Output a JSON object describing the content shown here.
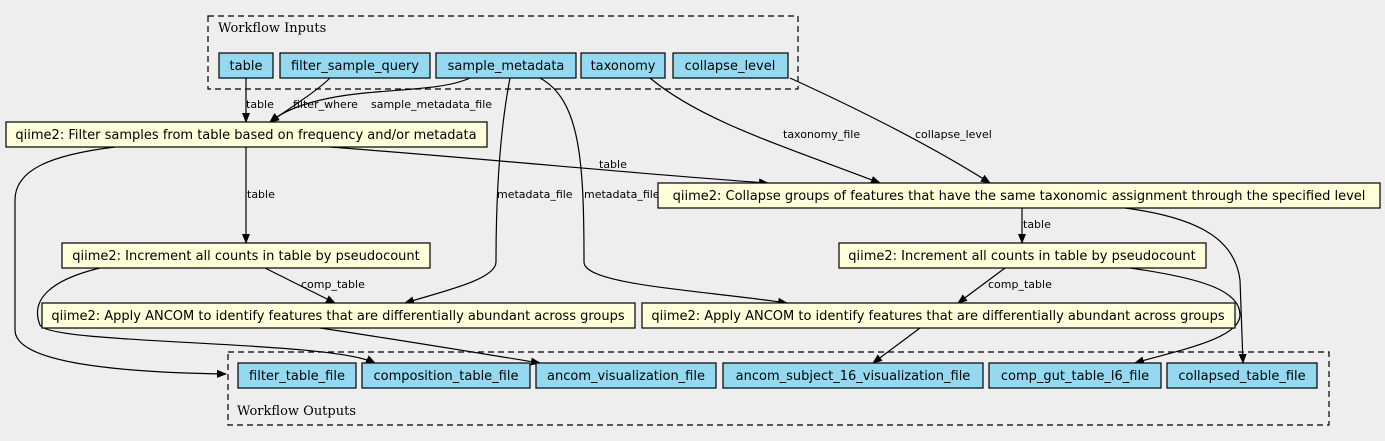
{
  "clusters": {
    "inputs": "Workflow Inputs",
    "outputs": "Workflow Outputs"
  },
  "inputs": {
    "table": "table",
    "filter_sample_query": "filter_sample_query",
    "sample_metadata": "sample_metadata",
    "taxonomy": "taxonomy",
    "collapse_level": "collapse_level"
  },
  "steps": {
    "filter": "qiime2: Filter samples from table based on frequency and/or metadata",
    "collapse": "qiime2: Collapse groups of features that have the same taxonomic assignment through the specified level",
    "increment_left": "qiime2: Increment all counts in table by pseudocount",
    "increment_right": "qiime2: Increment all counts in table by pseudocount",
    "ancom_left": "qiime2: Apply ANCOM to identify features that are differentially abundant across groups",
    "ancom_right": "qiime2: Apply ANCOM to identify features that are differentially abundant across groups"
  },
  "outputs": {
    "filter_table_file": "filter_table_file",
    "composition_table_file": "composition_table_file",
    "ancom_visualization_file": "ancom_visualization_file",
    "ancom_subject_16_visualization_file": "ancom_subject_16_visualization_file",
    "comp_gut_table_l6_file": "comp_gut_table_l6_file",
    "collapsed_table_file": "collapsed_table_file"
  },
  "edge_labels": {
    "table_to_filter": "table",
    "query_to_filter": "filter_where",
    "metadata_to_filter": "sample_metadata_file",
    "taxonomy_to_collapse": "taxonomy_file",
    "level_to_collapse": "collapse_level",
    "filter_to_collapse": "table",
    "filter_to_increment": "table",
    "metadata_to_ancom_left": "metadata_file",
    "metadata_to_ancom_right": "metadata_file",
    "collapse_to_increment": "table",
    "increment_left_to_ancom": "comp_table",
    "increment_right_to_ancom": "comp_table"
  },
  "colors": {
    "background": "#eeeeee",
    "io_node": "#94d9ef",
    "step_node": "#ffffd9"
  }
}
